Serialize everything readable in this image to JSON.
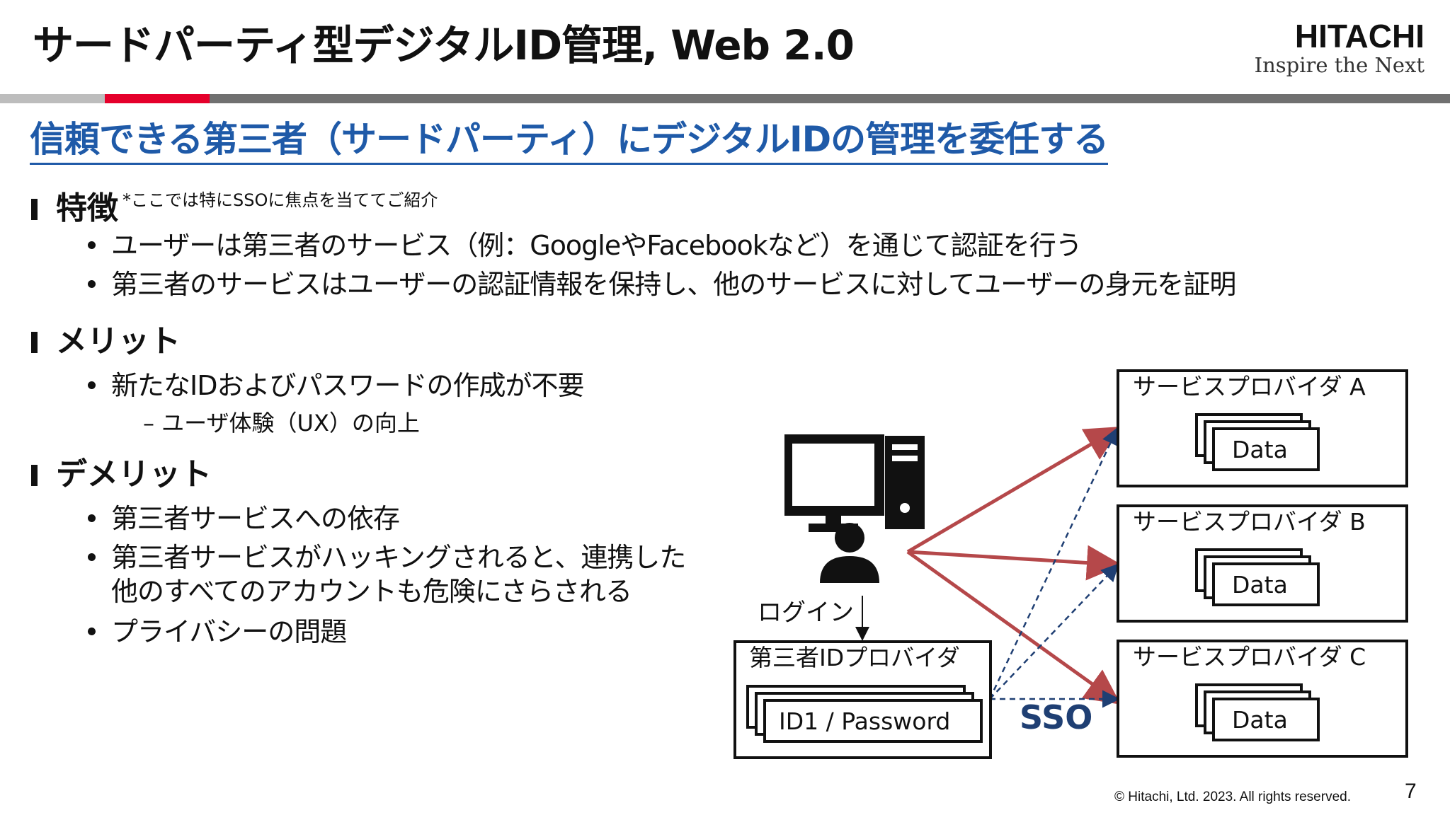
{
  "title": "サードパーティ型デジタルID管理, Web 2.0",
  "logo": {
    "wordmark": "HITACHI",
    "tagline": "Inspire the Next"
  },
  "subtitle": "信頼できる第三者（サードパーティ）にデジタルIDの管理を委任する",
  "sections": {
    "features": {
      "heading": "特徴",
      "note": "*ここでは特にSSOに焦点を当ててご紹介",
      "bullets": [
        "ユーザーは第三者のサービス（例：GoogleやFacebookなど）を通じて認証を行う",
        "第三者のサービスはユーザーの認証情報を保持し、他のサービスに対してユーザーの身元を証明"
      ]
    },
    "merits": {
      "heading": "メリット",
      "bullets": [
        "新たなIDおよびパスワードの作成が不要"
      ],
      "sub": "– ユーザ体験（UX）の向上"
    },
    "demerits": {
      "heading": "デメリット",
      "bullets": [
        "第三者サービスへの依存",
        "第三者サービスがハッキングされると、連携した",
        "他のすべてのアカウントも危険にさらされる",
        "プライバシーの問題"
      ]
    }
  },
  "diagram": {
    "login_label": "ログイン",
    "idp": {
      "title": "第三者IDプロバイダ",
      "credential": "ID1 / Password"
    },
    "sso_label": "SSO",
    "providers": [
      {
        "title": "サービスプロバイダ A",
        "data": "Data"
      },
      {
        "title": "サービスプロバイダ B",
        "data": "Data"
      },
      {
        "title": "サービスプロバイダ C",
        "data": "Data"
      }
    ],
    "colors": {
      "arrow_red": "#b5484a",
      "arrow_blue": "#1f3f73",
      "sso_text": "#1f3f73"
    }
  },
  "footer": {
    "copyright": "© Hitachi, Ltd. 2023. All rights reserved.",
    "page": "7"
  }
}
